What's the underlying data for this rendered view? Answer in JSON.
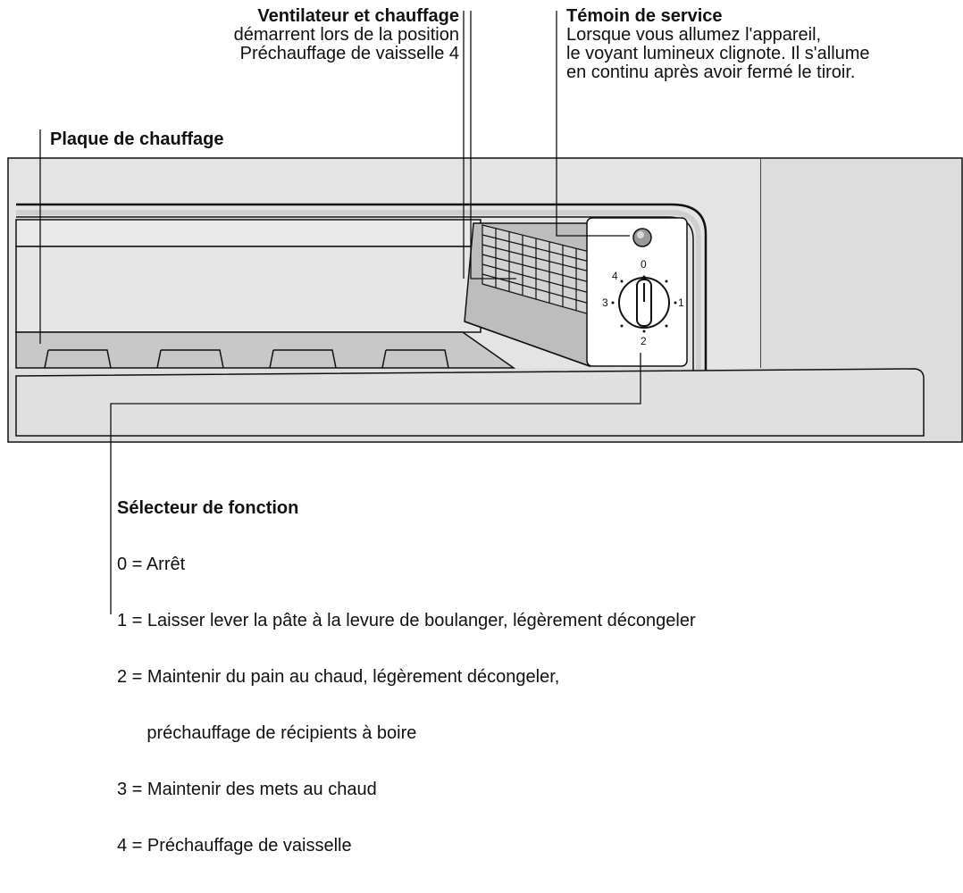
{
  "callouts": {
    "fan_heating": {
      "title": "Ventilateur et chauffage",
      "lines": [
        "démarrent lors de la position",
        "Préchauffage de vaisselle 4"
      ]
    },
    "service_light": {
      "title": "Témoin de service",
      "lines": [
        "Lorsque vous allumez l'appareil,",
        "le voyant lumineux clignote. Il s'allume",
        "en continu après avoir fermé le tiroir."
      ]
    },
    "heating_plate": {
      "title": "Plaque de chauffage"
    },
    "function_selector": {
      "title": "Sélecteur de fonction",
      "lines": [
        "0 = Arrêt",
        "1 = Laisser lever la pâte à la levure de boulanger, légèrement décongeler",
        "2 = Maintenir du pain au chaud, légèrement décongeler,",
        "      préchauffage de récipients à boire",
        "3 = Maintenir des mets au chaud",
        "4 = Préchauffage de vaisselle"
      ]
    }
  },
  "dial": {
    "labels": [
      "0",
      "1",
      "2",
      "3",
      "4"
    ]
  }
}
